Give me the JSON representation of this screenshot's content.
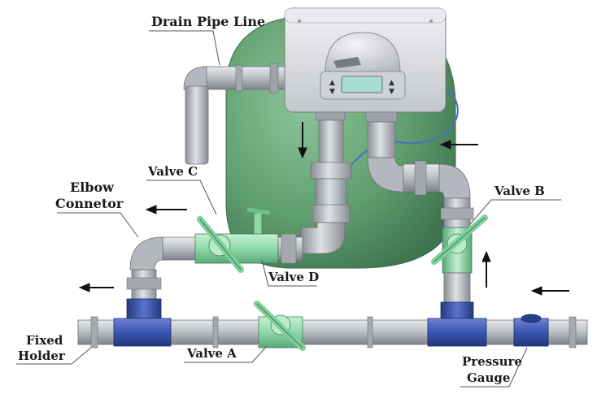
{
  "labels": {
    "drain_pipe_line": "Drain Pipe Line",
    "elbow_line1": "Elbow",
    "elbow_line2": "Connetor",
    "valve_c": "Valve C",
    "valve_b": "Valve B",
    "valve_d": "Valve D",
    "valve_a": "Valve A",
    "fixed_line1": "Fixed",
    "fixed_line2": "Holder",
    "pressure_line1": "Pressure",
    "pressure_line2": "Gauge"
  },
  "colors": {
    "pipe": "#b9bcc2",
    "pipe_shade": "#8e9299",
    "tank": "#5f9e6e",
    "valve": "#8fd8a8",
    "connector_blue": "#3a55b0",
    "control_head": "#d6d8dc",
    "display": "#a9ddd0"
  }
}
